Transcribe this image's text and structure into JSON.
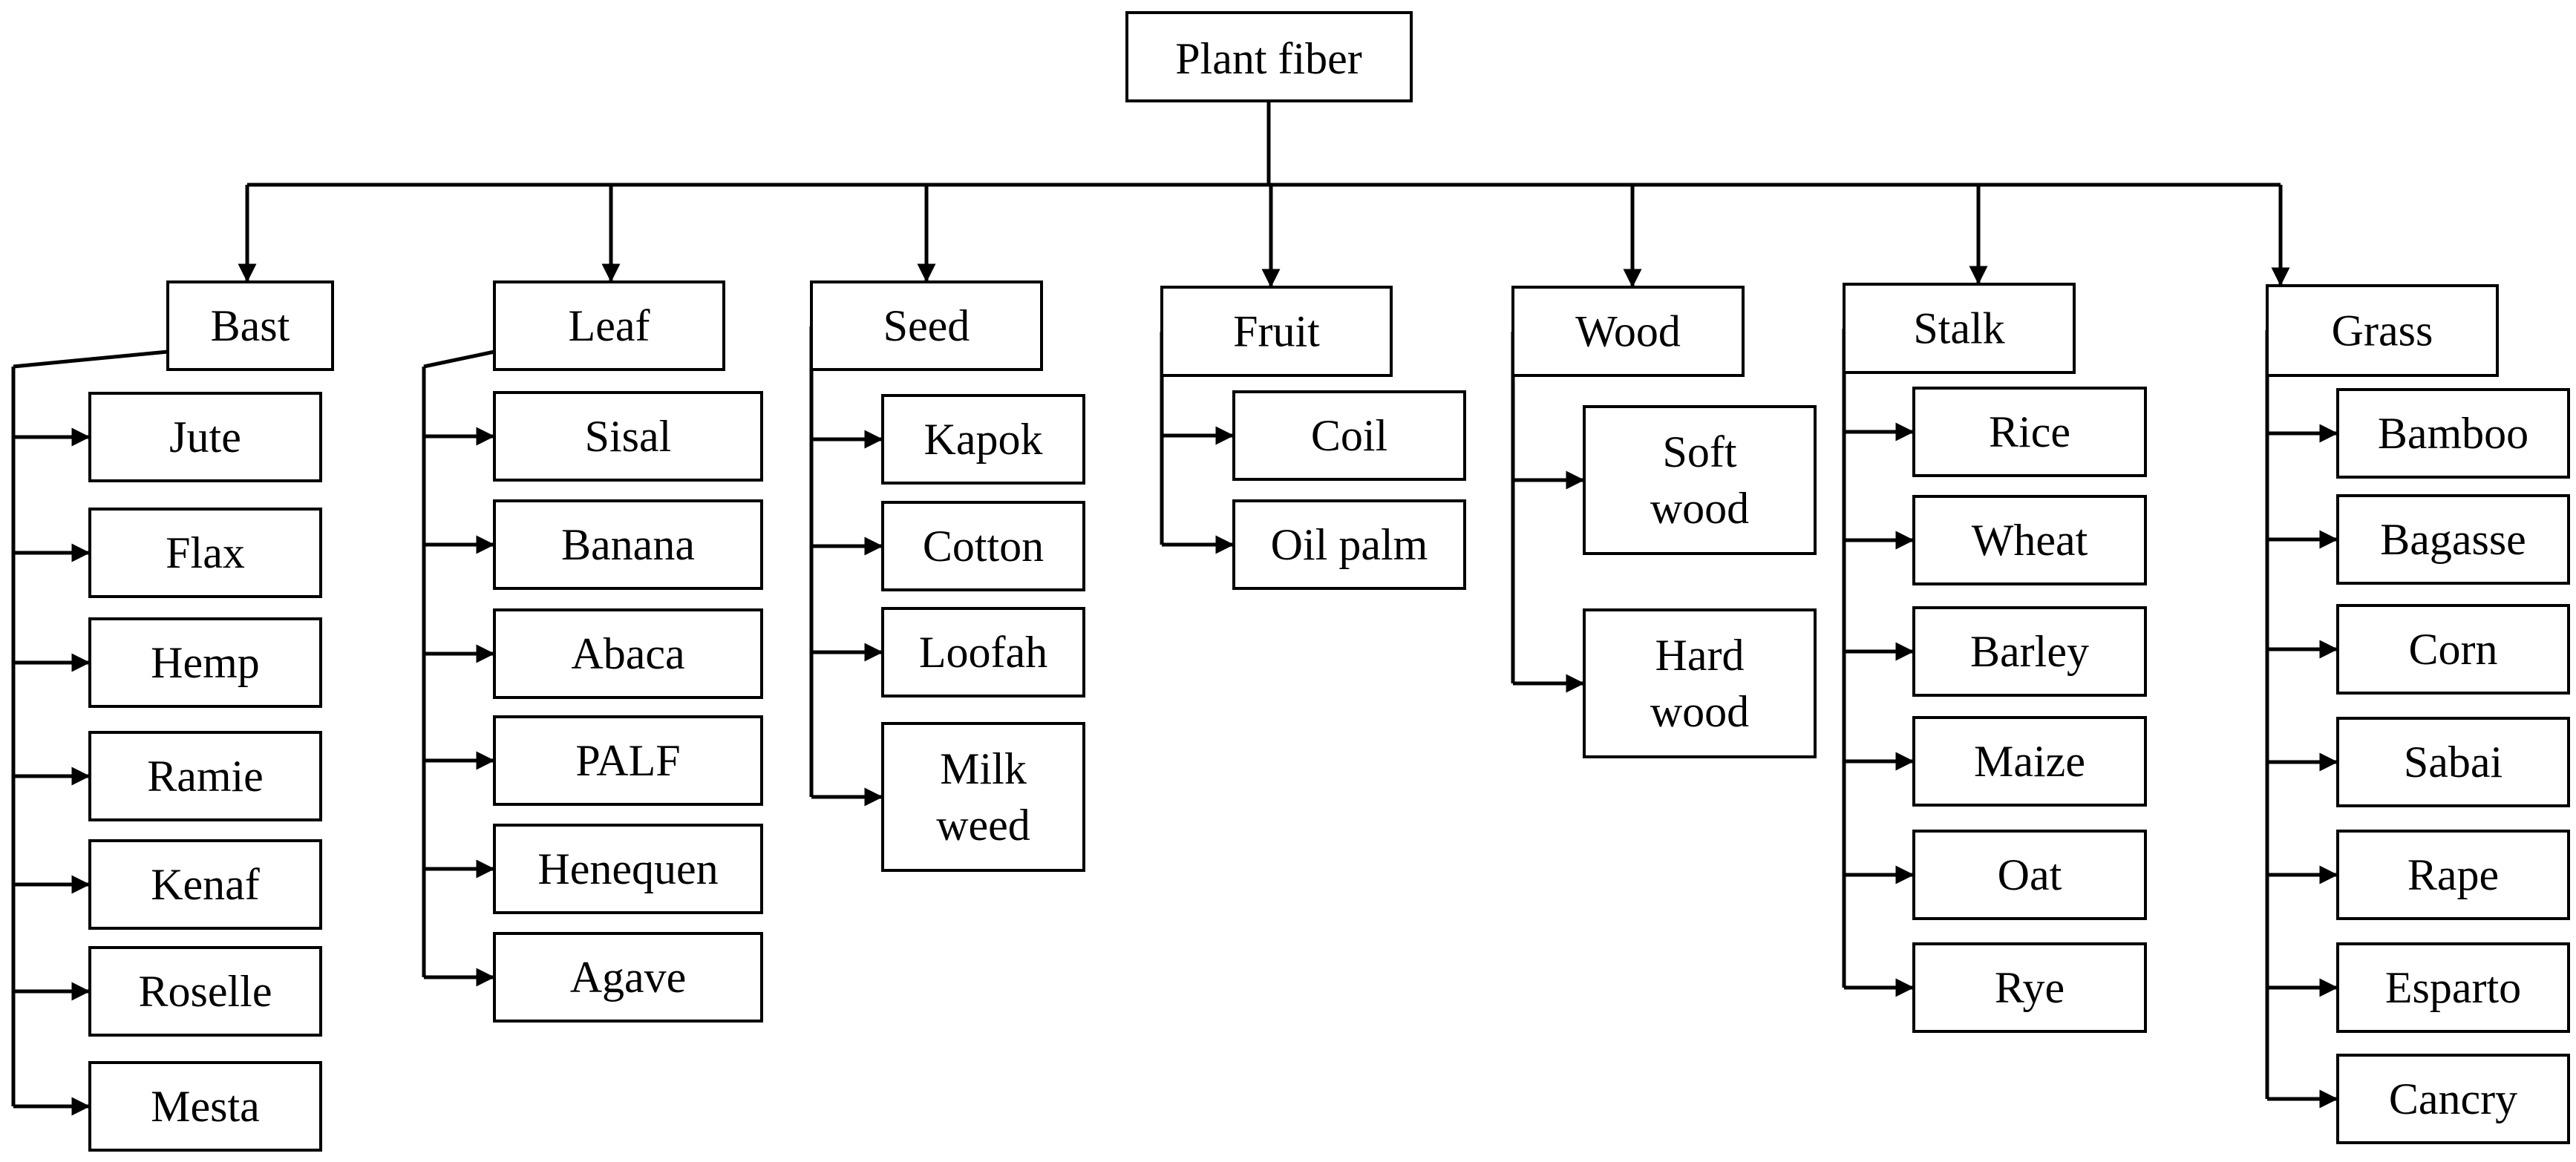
{
  "root": {
    "label": "Plant fiber"
  },
  "categories": [
    {
      "label": "Bast",
      "items": [
        [
          "Jute"
        ],
        [
          "Flax"
        ],
        [
          "Hemp"
        ],
        [
          "Ramie"
        ],
        [
          "Kenaf"
        ],
        [
          "Roselle"
        ],
        [
          "Mesta"
        ]
      ]
    },
    {
      "label": "Leaf",
      "items": [
        [
          "Sisal"
        ],
        [
          "Banana"
        ],
        [
          "Abaca"
        ],
        [
          "PALF"
        ],
        [
          "Henequen"
        ],
        [
          "Agave"
        ]
      ]
    },
    {
      "label": "Seed",
      "items": [
        [
          "Kapok"
        ],
        [
          "Cotton"
        ],
        [
          "Loofah"
        ],
        [
          "Milk",
          "weed"
        ]
      ]
    },
    {
      "label": "Fruit",
      "items": [
        [
          "Coil"
        ],
        [
          "Oil palm"
        ]
      ]
    },
    {
      "label": "Wood",
      "items": [
        [
          "Soft",
          "wood"
        ],
        [
          "Hard",
          "wood"
        ]
      ]
    },
    {
      "label": "Stalk",
      "items": [
        [
          "Rice"
        ],
        [
          "Wheat"
        ],
        [
          "Barley"
        ],
        [
          "Maize"
        ],
        [
          "Oat"
        ],
        [
          "Rye"
        ]
      ]
    },
    {
      "label": "Grass",
      "items": [
        [
          "Bamboo"
        ],
        [
          "Bagasse"
        ],
        [
          "Corn"
        ],
        [
          "Sabai"
        ],
        [
          "Rape"
        ],
        [
          "Esparto"
        ],
        [
          "Cancry"
        ]
      ]
    }
  ],
  "colors": {
    "line": "#000000",
    "box_fill": "#ffffff",
    "text": "#000000"
  }
}
